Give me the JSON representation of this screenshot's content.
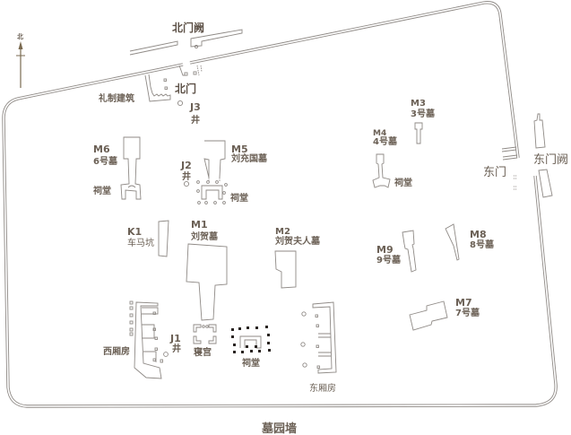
{
  "compass": {
    "label": "北"
  },
  "labels": {
    "north_que": "北门阙",
    "north_gate": "北门",
    "ritual_building": "礼制建筑",
    "j3_id": "J3",
    "j3_name": "井",
    "m6_id": "M6",
    "m6_name": "6号墓",
    "m6_shrine": "祠堂",
    "m5_id": "M5",
    "m5_name": "刘充国墓",
    "j2_id": "J2",
    "j2_name": "井",
    "m5_shrine": "祠堂",
    "m3_id": "M3",
    "m3_name": "3号墓",
    "m4_id": "M4",
    "m4_name": "4号墓",
    "m4_shrine": "祠堂",
    "east_gate": "东门",
    "east_que": "东门阙",
    "k1_id": "K1",
    "k1_name": "车马坑",
    "m1_id": "M1",
    "m1_name": "刘贺墓",
    "m2_id": "M2",
    "m2_name": "刘贺夫人墓",
    "m9_id": "M9",
    "m9_name": "9号墓",
    "m8_id": "M8",
    "m8_name": "8号墓",
    "m7_id": "M7",
    "m7_name": "7号墓",
    "west_wing": "西厢房",
    "j1_id": "J1",
    "j1_name": "井",
    "palace": "寝宫",
    "center_shrine": "祠堂",
    "east_wing": "东厢房",
    "cemetery_wall": "墓园墙"
  },
  "colors": {
    "text": "#6b6055",
    "outline": "#8f8a86",
    "arrow": "#7a6a50"
  }
}
